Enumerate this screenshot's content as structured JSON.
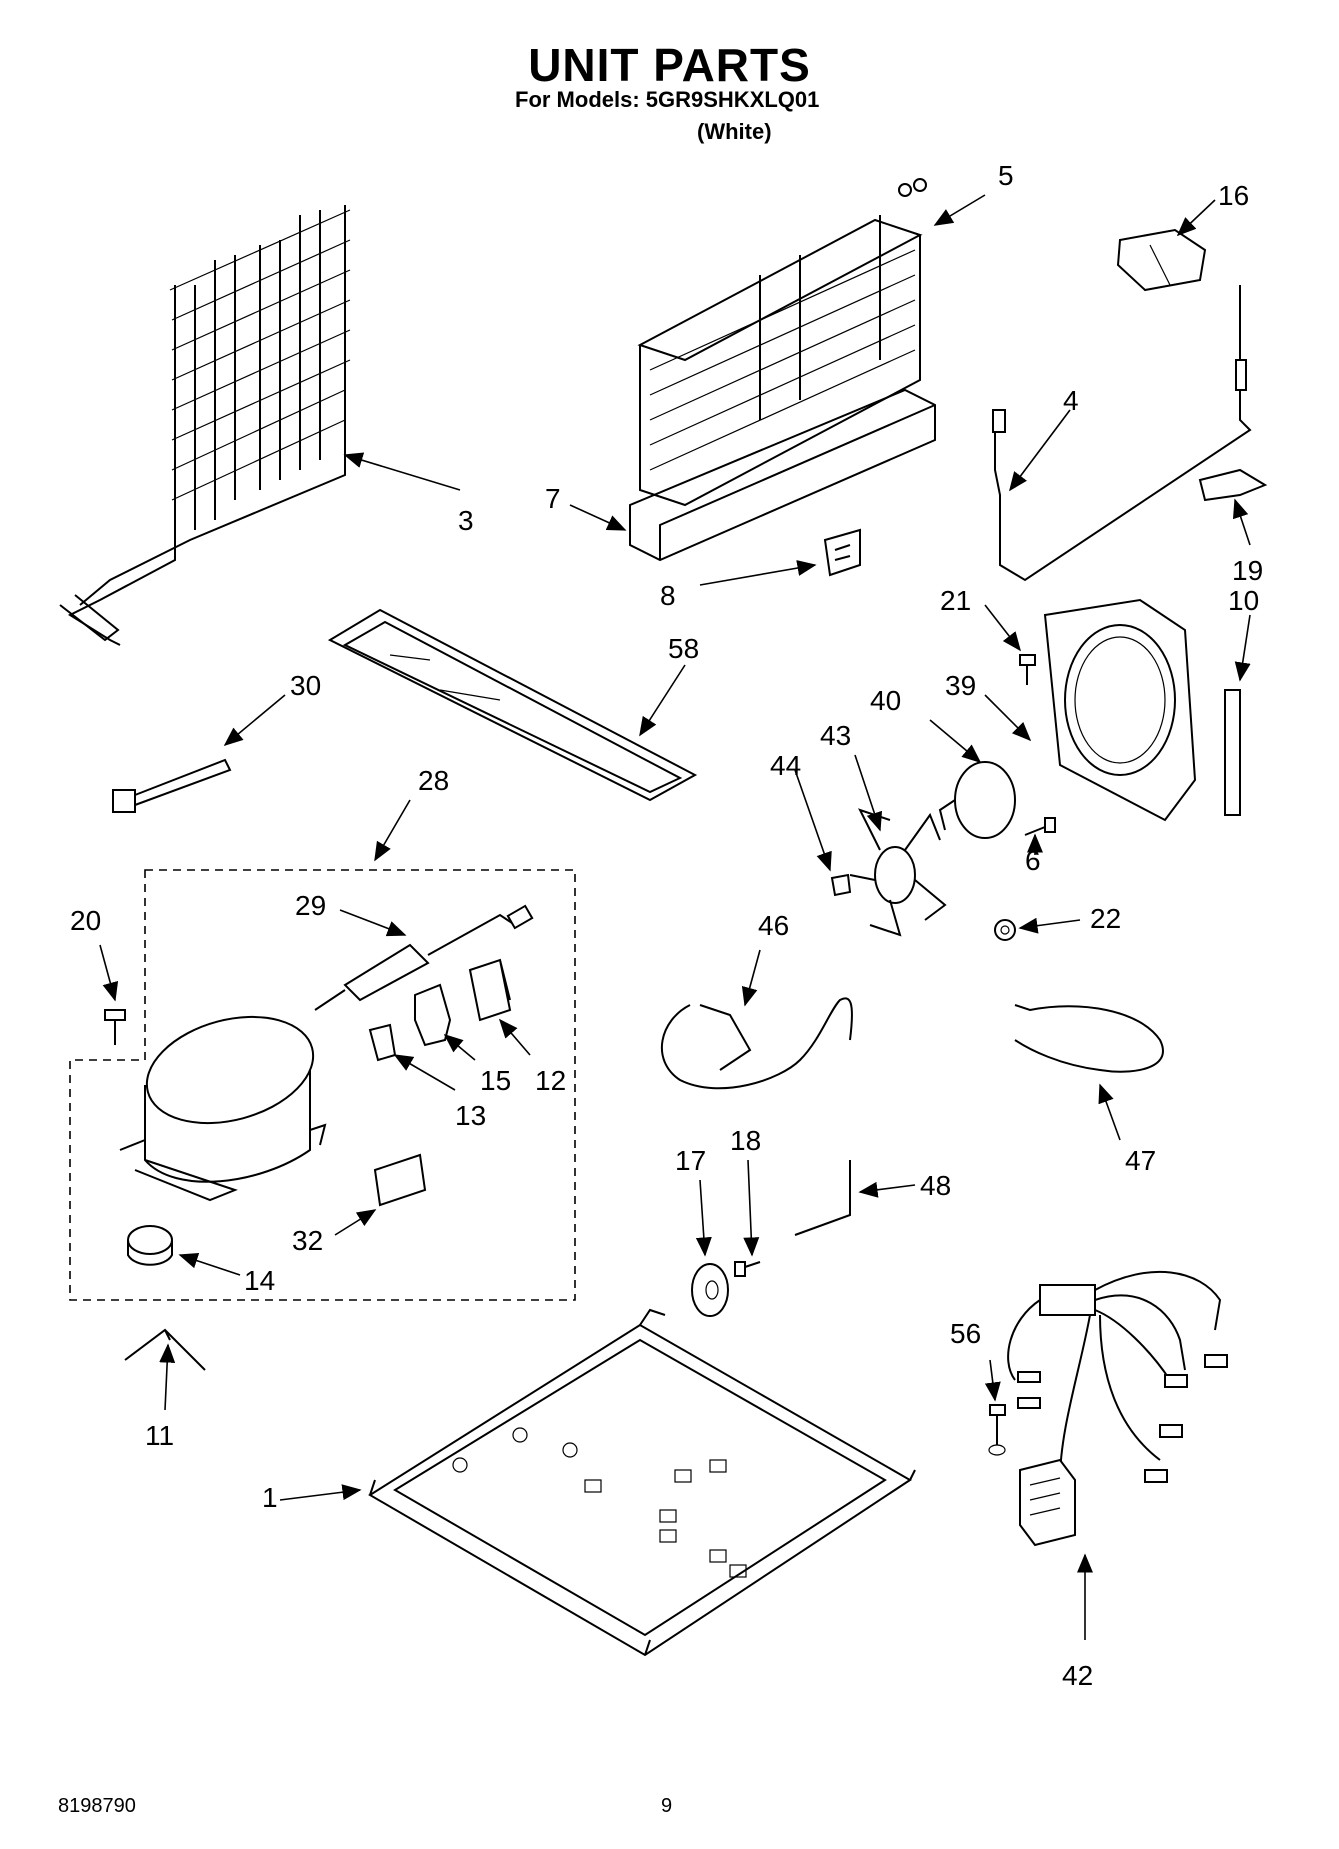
{
  "header": {
    "title": "UNIT PARTS",
    "models": "For Models: 5GR9SHKXLQ01",
    "variant": "(White)"
  },
  "footer": {
    "doc_number": "8198790",
    "page_number": "9"
  },
  "callouts": {
    "p1": "1",
    "p3": "3",
    "p4": "4",
    "p5": "5",
    "p6": "6",
    "p7": "7",
    "p8": "8",
    "p10": "10",
    "p11": "11",
    "p12": "12",
    "p13": "13",
    "p14": "14",
    "p15": "15",
    "p16": "16",
    "p17": "17",
    "p18": "18",
    "p19": "19",
    "p20": "20",
    "p21": "21",
    "p22": "22",
    "p28": "28",
    "p29": "29",
    "p30": "30",
    "p32": "32",
    "p39": "39",
    "p40": "40",
    "p42": "42",
    "p43": "43",
    "p44": "44",
    "p46": "46",
    "p47": "47",
    "p48": "48",
    "p56": "56",
    "p58": "58"
  }
}
